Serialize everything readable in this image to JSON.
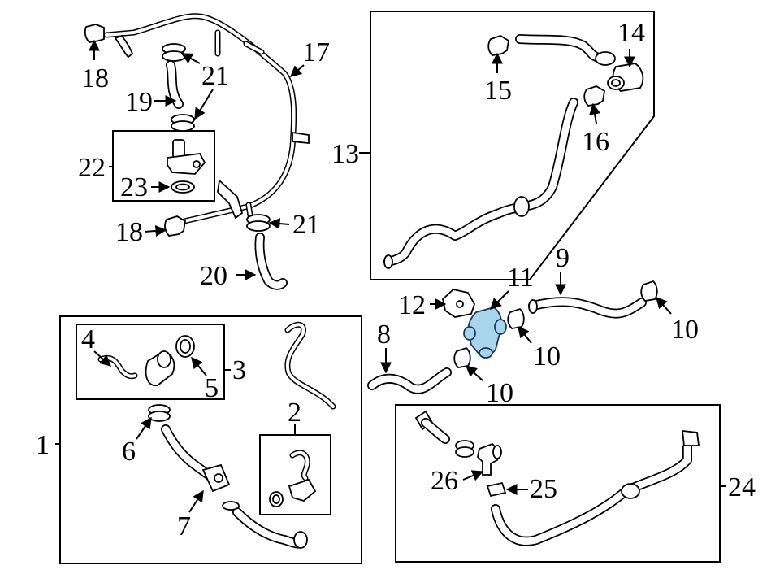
{
  "diagram": {
    "highlight_color": "#a9d4ee",
    "line_color": "#000000",
    "background_color": "#ffffff",
    "callouts": {
      "c1": "1",
      "c2": "2",
      "c3": "3",
      "c4": "4",
      "c5": "5",
      "c6": "6",
      "c7": "7",
      "c8": "8",
      "c9": "9",
      "c10a": "10",
      "c10b": "10",
      "c10c": "10",
      "c11": "11",
      "c12": "12",
      "c13": "13",
      "c14": "14",
      "c15": "15",
      "c16": "16",
      "c17": "17",
      "c18a": "18",
      "c18b": "18",
      "c19": "19",
      "c20": "20",
      "c21a": "21",
      "c21b": "21",
      "c22": "22",
      "c23": "23",
      "c24": "24",
      "c25": "25",
      "c26": "26"
    }
  }
}
